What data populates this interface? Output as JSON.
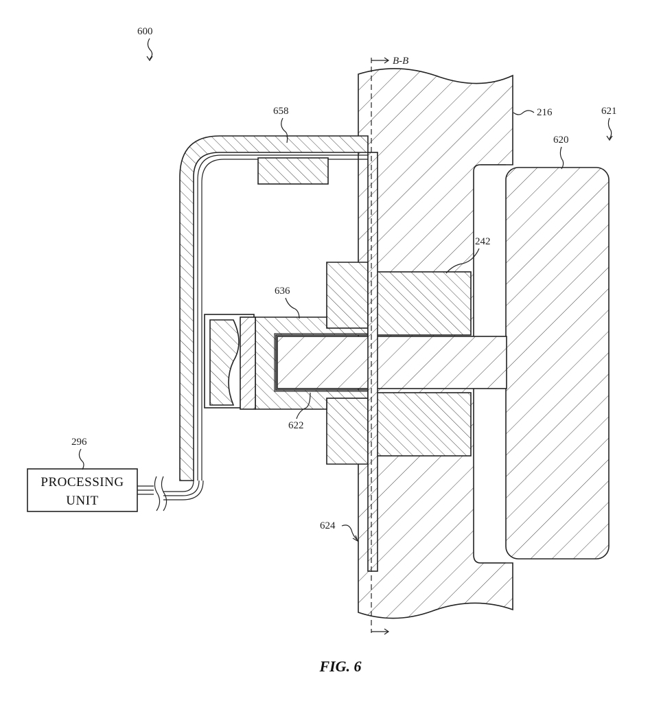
{
  "figure": {
    "caption": "FIG. 6",
    "section_label": "B-B",
    "processing_unit_line1": "PROCESSING",
    "processing_unit_line2": "UNIT",
    "refs": {
      "r600": "600",
      "r658": "658",
      "r216": "216",
      "r621": "621",
      "r620": "620",
      "r242": "242",
      "r636": "636",
      "r622": "622",
      "r296": "296",
      "r624": "624"
    }
  }
}
